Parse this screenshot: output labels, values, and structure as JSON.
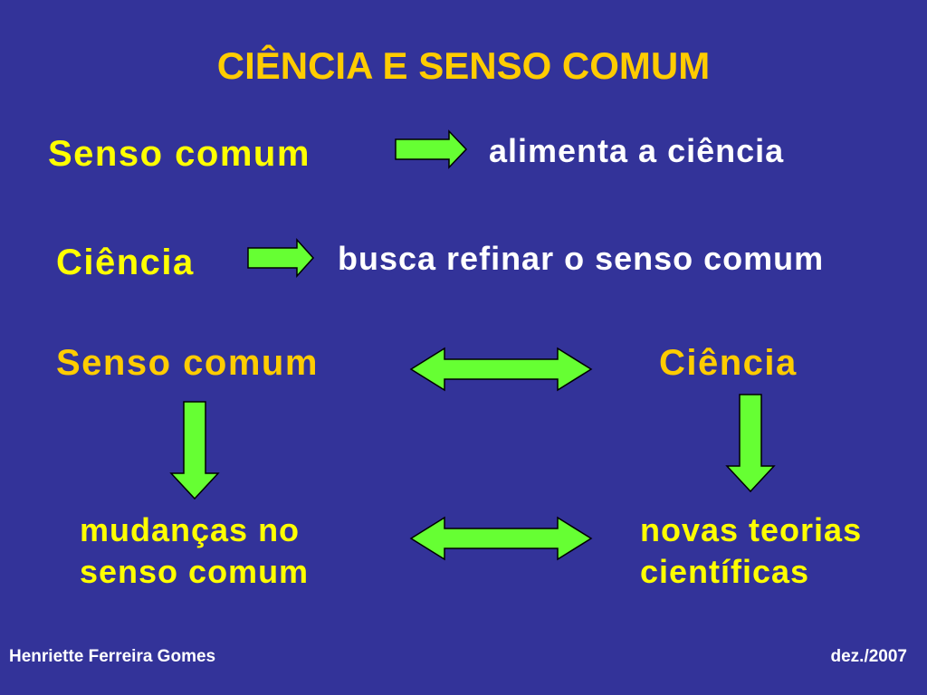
{
  "title": "CIÊNCIA E SENSO COMUM",
  "row1": {
    "left": "Senso comum",
    "right": "alimenta a ciência"
  },
  "row2": {
    "left": "Ciência",
    "right": "busca refinar o senso comum"
  },
  "row3": {
    "left": "Senso comum",
    "right": "Ciência"
  },
  "row4": {
    "left_line1": "mudanças no",
    "left_line2": "senso comum",
    "right_line1": "novas teorias",
    "right_line2": "científicas"
  },
  "footer": {
    "author": "Henriette Ferreira Gomes",
    "date": "dez./2007"
  },
  "colors": {
    "background": "#333399",
    "title": "#FFCC00",
    "yellow": "#FFFF00",
    "arrow": "#66FF33"
  }
}
